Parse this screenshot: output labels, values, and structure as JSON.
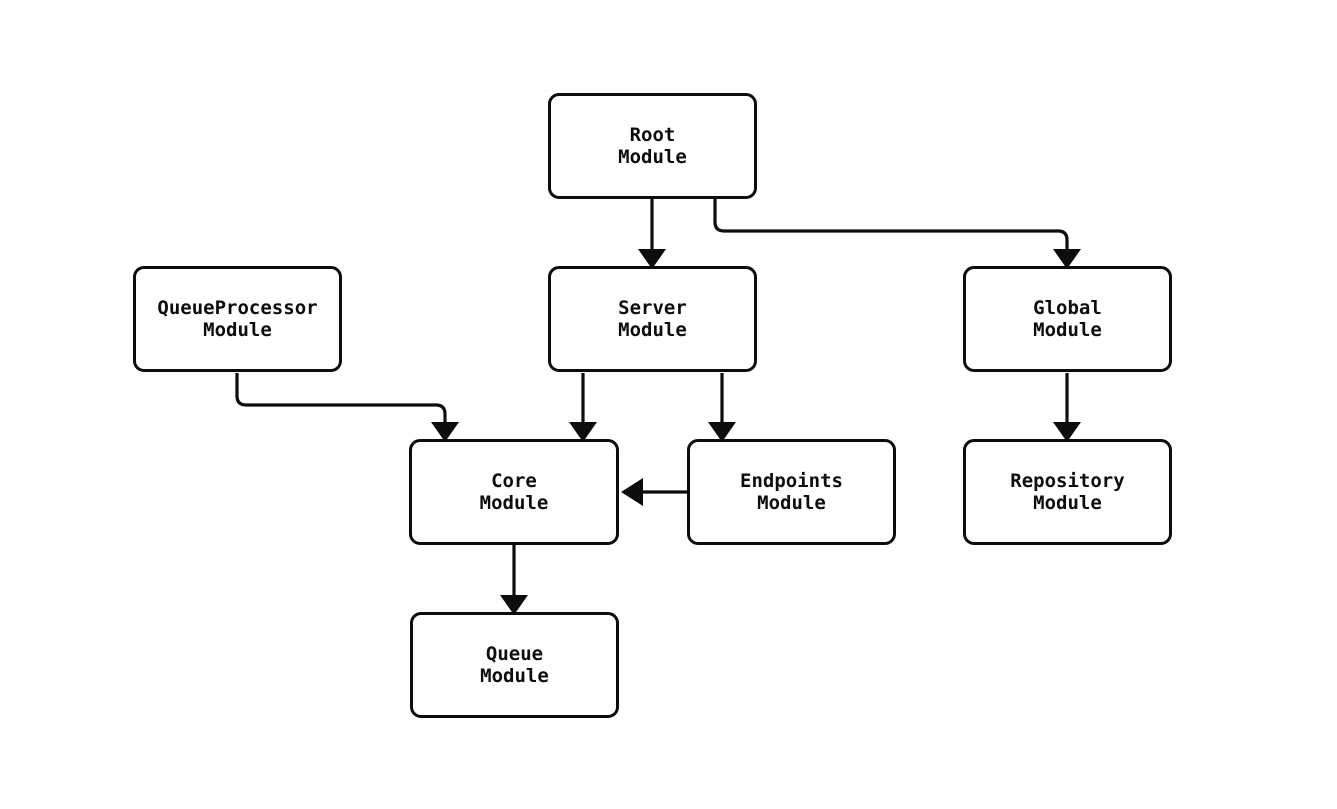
{
  "diagram": {
    "type": "module-dependency-flowchart",
    "colors": {
      "background": "#ffffff",
      "node_fill": "#ffffff",
      "stroke": "#0d0d0d",
      "text": "#0d0d0d"
    },
    "nodes": [
      {
        "id": "root",
        "line1": "Root",
        "line2": "Module"
      },
      {
        "id": "queueprocessor",
        "line1": "QueueProcessor",
        "line2": "Module"
      },
      {
        "id": "server",
        "line1": "Server",
        "line2": "Module"
      },
      {
        "id": "global",
        "line1": "Global",
        "line2": "Module"
      },
      {
        "id": "core",
        "line1": "Core",
        "line2": "Module"
      },
      {
        "id": "endpoints",
        "line1": "Endpoints",
        "line2": "Module"
      },
      {
        "id": "repository",
        "line1": "Repository",
        "line2": "Module"
      },
      {
        "id": "queue",
        "line1": "Queue",
        "line2": "Module"
      }
    ],
    "edges": [
      {
        "from": "Root Module",
        "to": "Server Module"
      },
      {
        "from": "Root Module",
        "to": "Global Module"
      },
      {
        "from": "QueueProcessor Module",
        "to": "Core Module"
      },
      {
        "from": "Server Module",
        "to": "Core Module"
      },
      {
        "from": "Server Module",
        "to": "Endpoints Module"
      },
      {
        "from": "Endpoints Module",
        "to": "Core Module"
      },
      {
        "from": "Global Module",
        "to": "Repository Module"
      },
      {
        "from": "Core Module",
        "to": "Queue Module"
      }
    ]
  }
}
